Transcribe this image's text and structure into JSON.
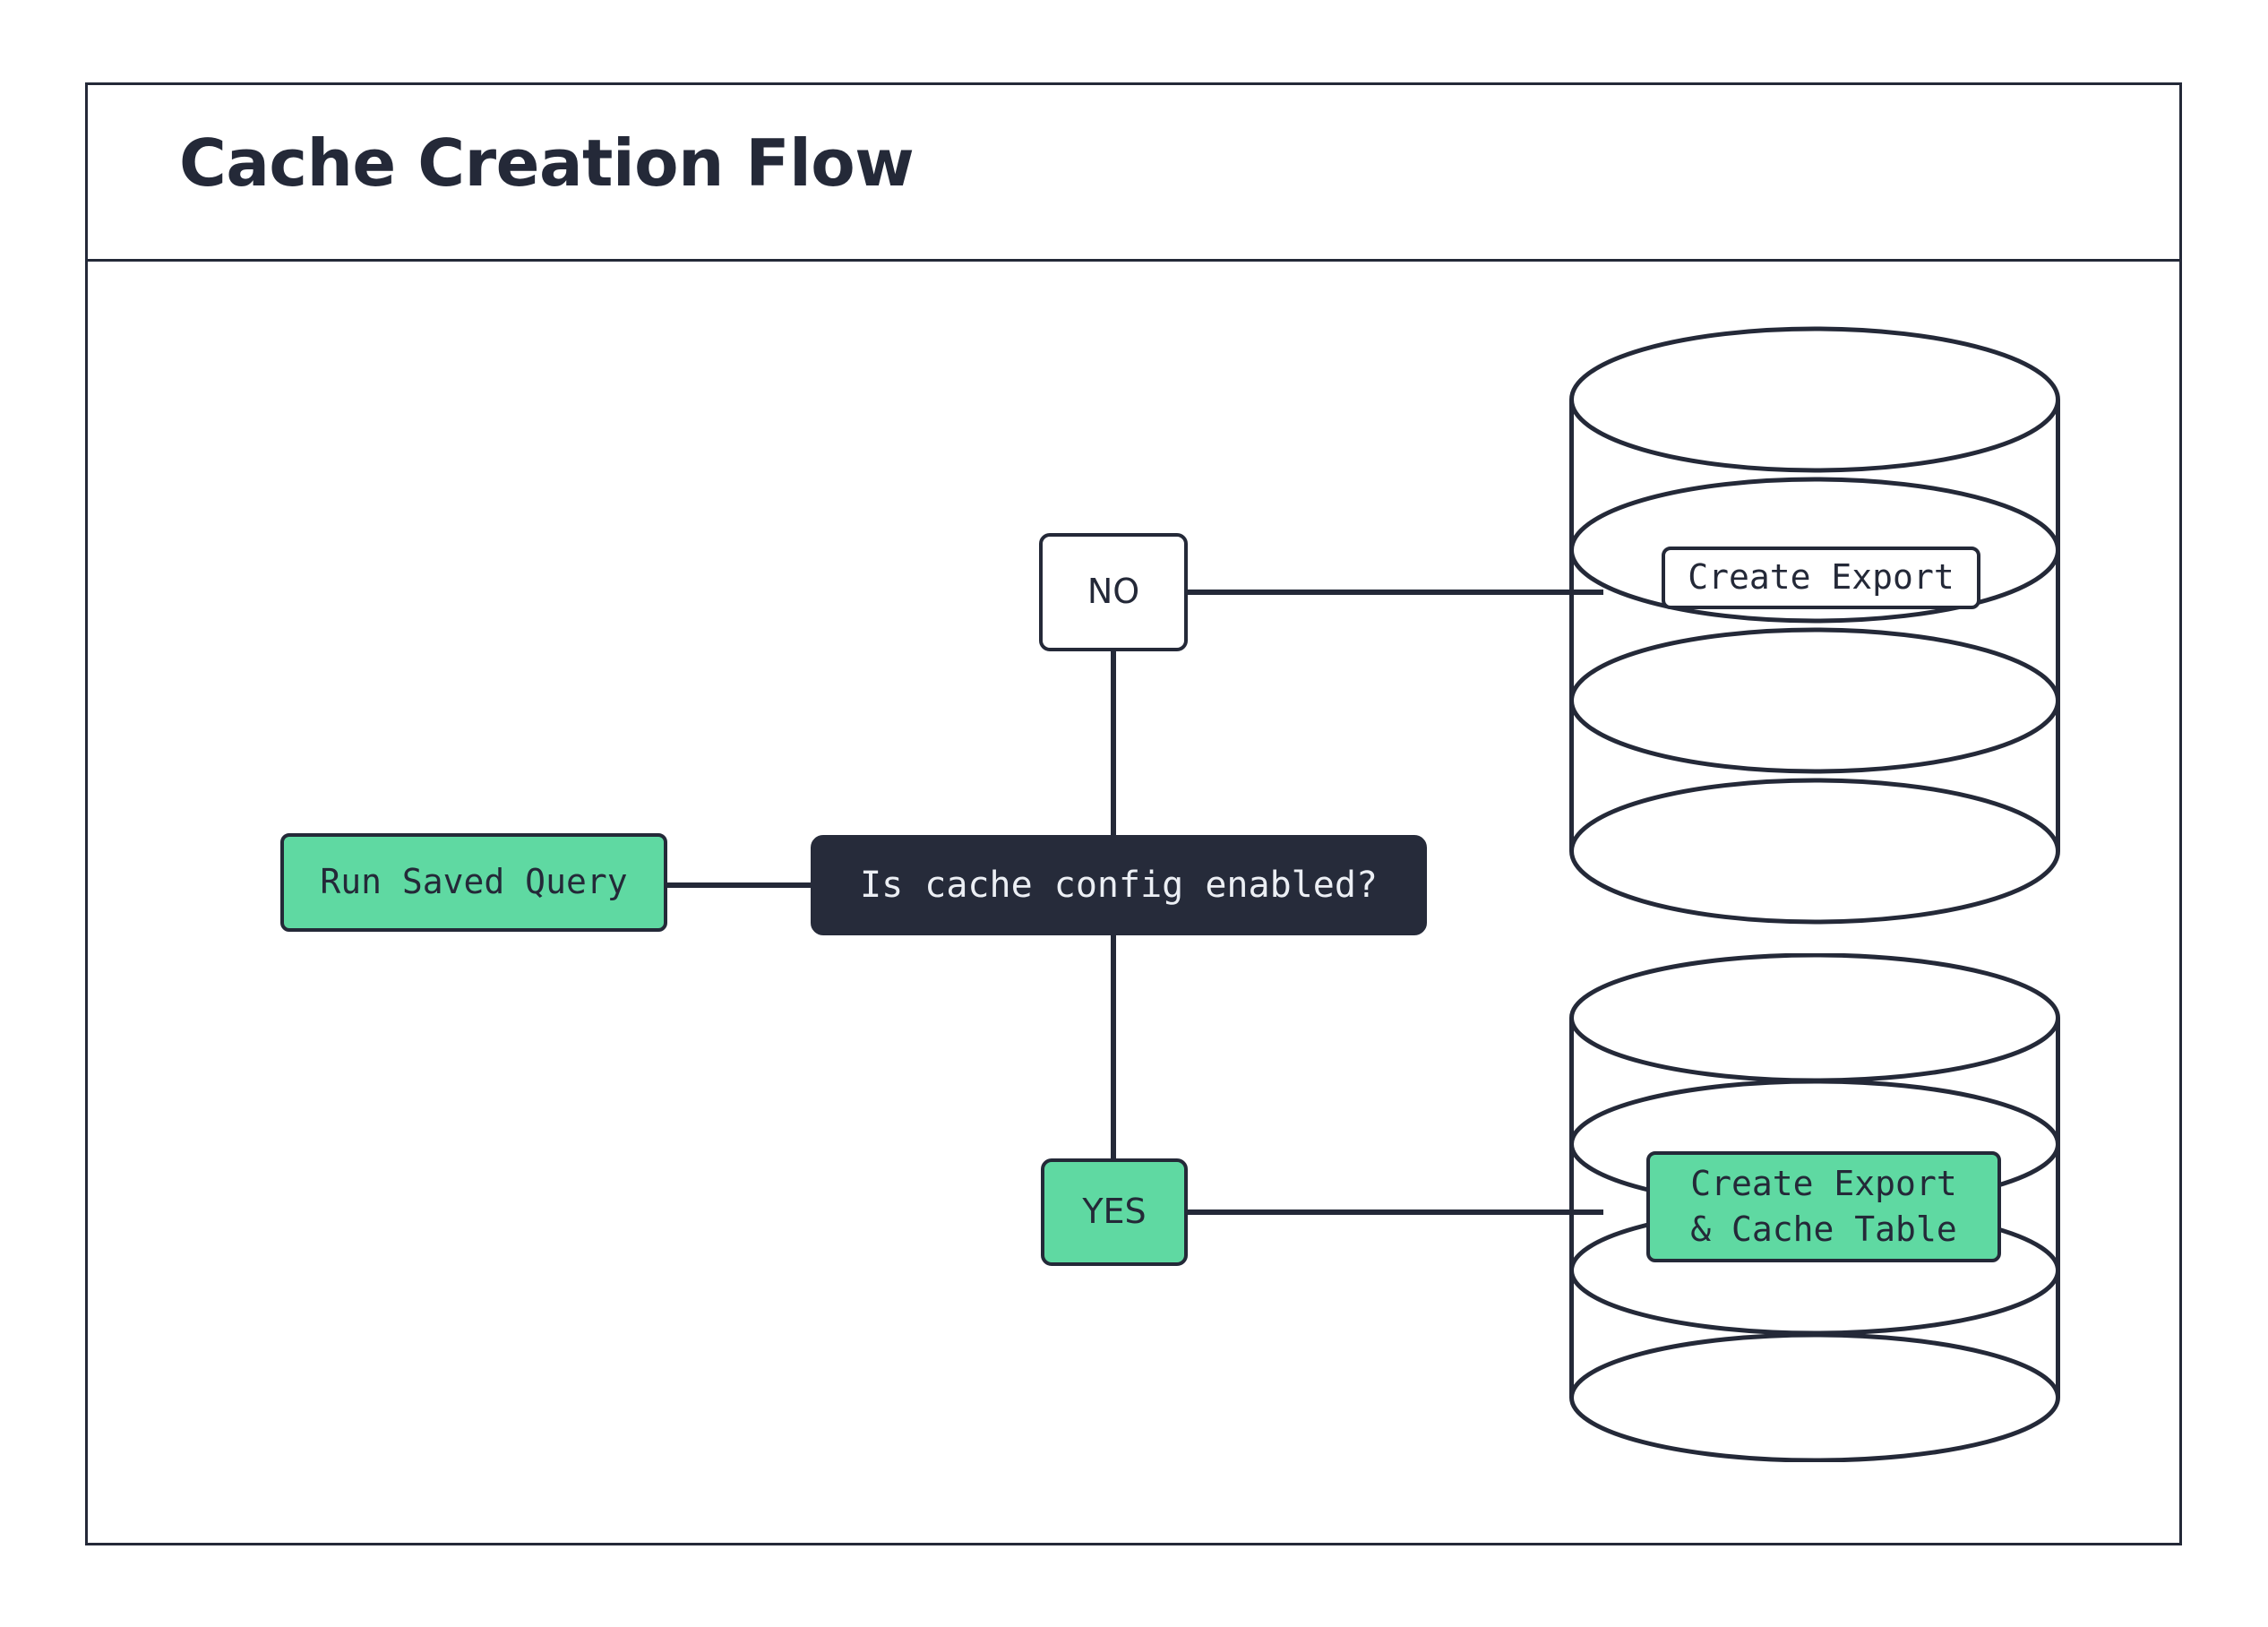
{
  "header": {
    "title": "Cache Creation Flow"
  },
  "colors": {
    "ink": "#242938",
    "node_dark_fill": "#262B3A",
    "node_dark_text": "#ECEFF4",
    "accent_green": "#5FD9A2",
    "canvas": "#FFFFFF"
  },
  "diagram": {
    "type": "flowchart",
    "direction": "left-to-right",
    "nodes": [
      {
        "id": "run-saved-query",
        "label": "Run Saved Query",
        "shape": "rounded-rectangle",
        "fill": "#5FD9A2"
      },
      {
        "id": "decision",
        "label": "Is cache config enabled?",
        "shape": "rounded-rectangle",
        "fill": "#262B3A"
      },
      {
        "id": "edge-label-no",
        "label": "NO",
        "shape": "rounded-rectangle",
        "fill": "#FFFFFF"
      },
      {
        "id": "edge-label-yes",
        "label": "YES",
        "shape": "rounded-rectangle",
        "fill": "#5FD9A2"
      },
      {
        "id": "db-create-export",
        "label": "Create Export",
        "shape": "database-cylinder",
        "fill": "#FFFFFF"
      },
      {
        "id": "db-create-export-cache-table",
        "label": "Create Export\n& Cache Table",
        "shape": "database-cylinder",
        "fill": "#5FD9A2"
      }
    ],
    "edges": [
      {
        "from": "run-saved-query",
        "to": "decision",
        "label": ""
      },
      {
        "from": "decision",
        "to": "edge-label-no",
        "label": "NO"
      },
      {
        "from": "edge-label-no",
        "to": "db-create-export",
        "label": ""
      },
      {
        "from": "decision",
        "to": "edge-label-yes",
        "label": "YES"
      },
      {
        "from": "edge-label-yes",
        "to": "db-create-export-cache-table",
        "label": ""
      }
    ]
  }
}
